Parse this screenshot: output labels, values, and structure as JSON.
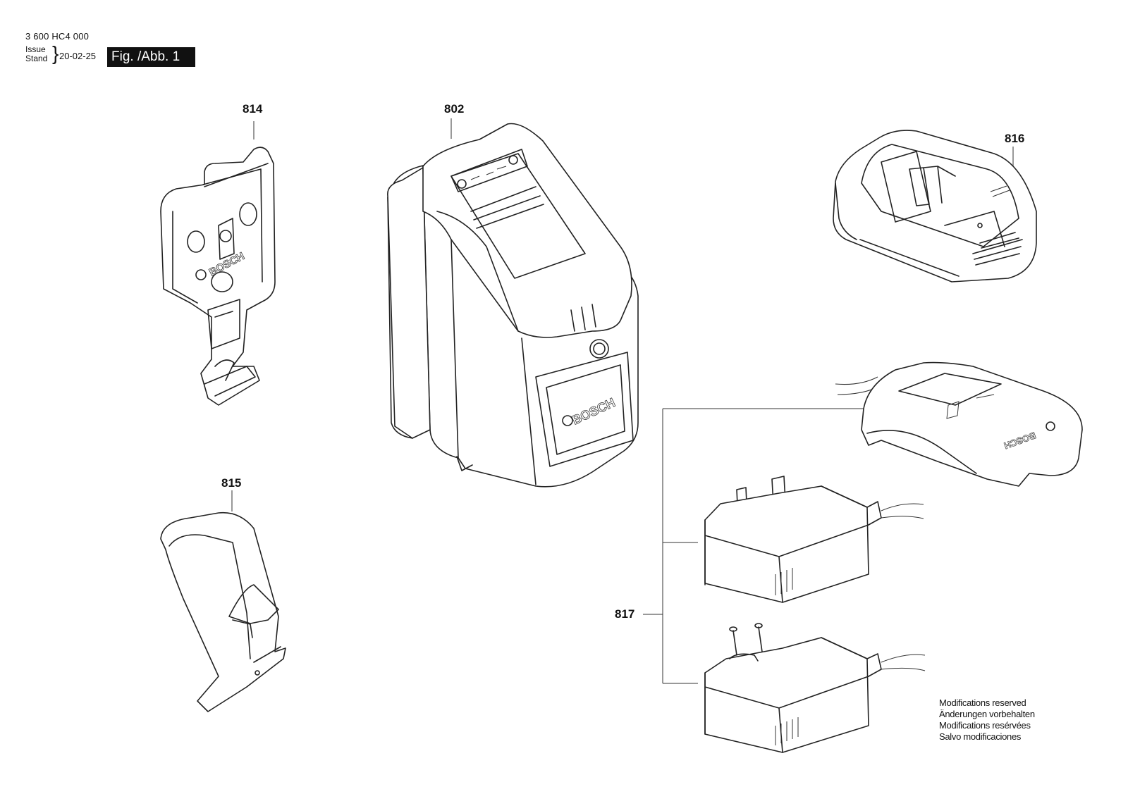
{
  "header": {
    "part_number": "3 600 HC4 000",
    "issue_label": "Issue",
    "stand_label": "Stand",
    "date": "20-02-25",
    "figure_label": "Fig. /Abb. 1"
  },
  "parts": [
    {
      "id": "814",
      "label": "814"
    },
    {
      "id": "802",
      "label": "802"
    },
    {
      "id": "816",
      "label": "816"
    },
    {
      "id": "815",
      "label": "815"
    },
    {
      "id": "817",
      "label": "817"
    }
  ],
  "logo_text": "BOSCH",
  "modifications": [
    "Modifications reserved",
    "Änderungen vorbehalten",
    "Modifications resérvées",
    "Salvo modificaciones"
  ]
}
